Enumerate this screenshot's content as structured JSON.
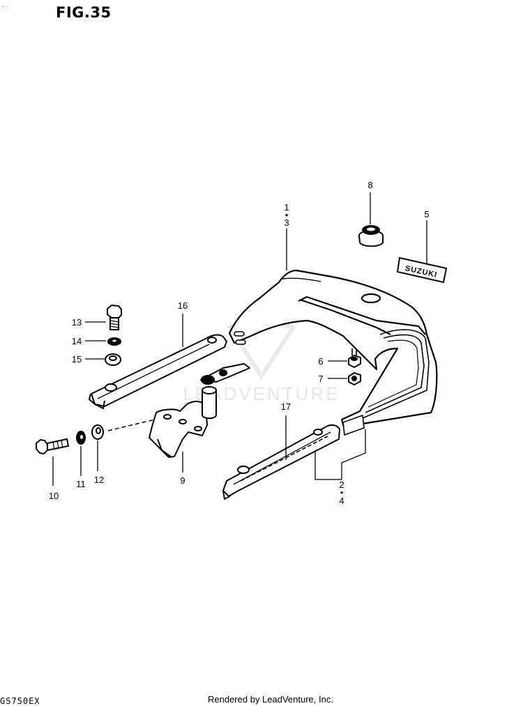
{
  "title": "FIG.35",
  "corner_mark": "· ·",
  "watermark": "LEADVENTURE",
  "footer": {
    "model": "GS750EX",
    "credit": "Rendered by LeadVenture, Inc."
  },
  "emblem_text": "SUZUKI",
  "callouts": [
    {
      "id": "c1-3",
      "line1": "1",
      "line2": "3"
    },
    {
      "id": "c2-4",
      "line1": "2",
      "line2": "4"
    },
    {
      "id": "c5",
      "line1": "5"
    },
    {
      "id": "c6",
      "line1": "6"
    },
    {
      "id": "c7",
      "line1": "7"
    },
    {
      "id": "c8",
      "line1": "8"
    },
    {
      "id": "c9",
      "line1": "9"
    },
    {
      "id": "c10",
      "line1": "10"
    },
    {
      "id": "c11",
      "line1": "11"
    },
    {
      "id": "c12",
      "line1": "12"
    },
    {
      "id": "c13",
      "line1": "13"
    },
    {
      "id": "c14",
      "line1": "14"
    },
    {
      "id": "c15",
      "line1": "15"
    },
    {
      "id": "c16",
      "line1": "16"
    },
    {
      "id": "c17",
      "line1": "17"
    }
  ]
}
